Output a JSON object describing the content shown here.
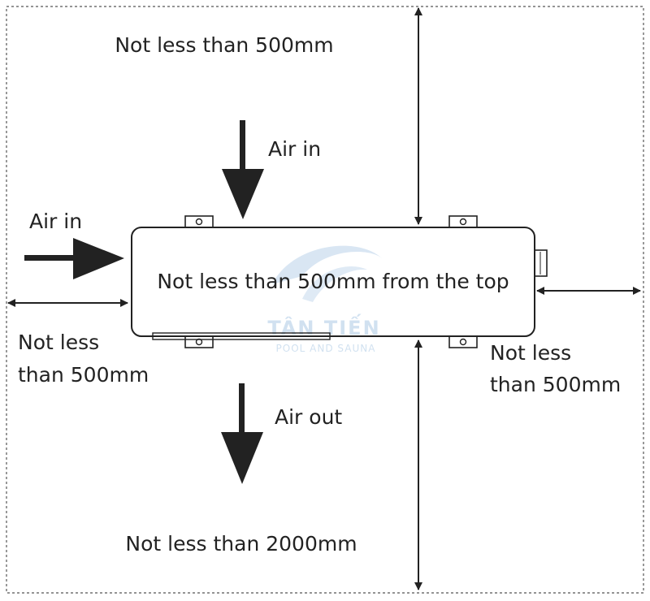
{
  "labels": {
    "top_clearance": "Not less than 500mm",
    "air_in_top": "Air in",
    "air_in_left": "Air in",
    "unit_center": "Not less than 500mm from the top",
    "left_clearance_line1": "Not less",
    "left_clearance_line2": "than 500mm",
    "right_clearance_line1": "Not less",
    "right_clearance_line2": "than 500mm",
    "air_out": "Air out",
    "bottom_clearance": "Not less than 2000mm"
  },
  "watermark": {
    "name": "TÂN TIẾN",
    "subtitle": "POOL AND SAUNA"
  },
  "colors": {
    "stroke": "#222222",
    "watermark": "#c9dcee"
  }
}
